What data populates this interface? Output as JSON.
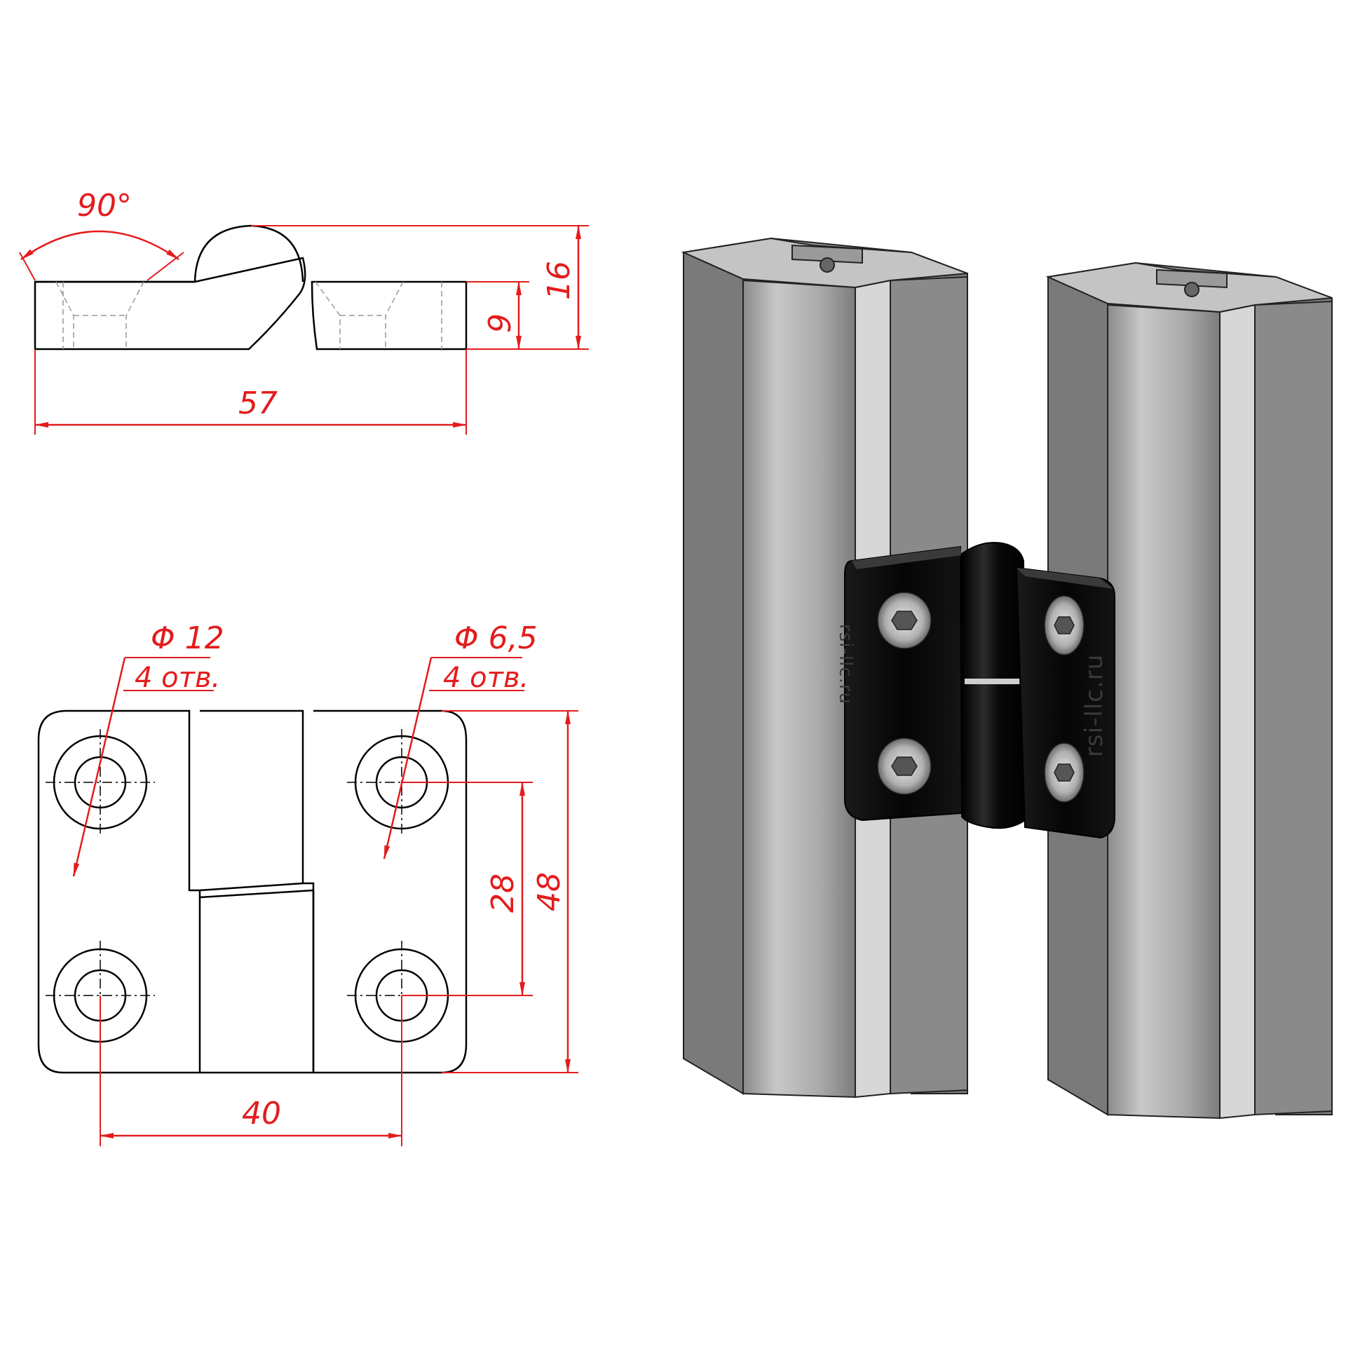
{
  "drawing": {
    "dim_color": "#e41c1c",
    "line_color": "#000000",
    "side_view": {
      "angle_label": "90°",
      "height_total": "16",
      "leaf_thickness": "9",
      "length": "57"
    },
    "top_view": {
      "countersink_label": "Φ 12",
      "countersink_count": "4 отв.",
      "hole_label": "Φ 6,5",
      "hole_count": "4 отв.",
      "hole_spacing_vertical": "28",
      "height": "48",
      "hole_spacing_horizontal": "40"
    },
    "render_3d": {
      "brand_text": "rsi-llc.ru",
      "profile_color": "#8c8c8c",
      "hinge_color": "#0d0d0d"
    }
  }
}
